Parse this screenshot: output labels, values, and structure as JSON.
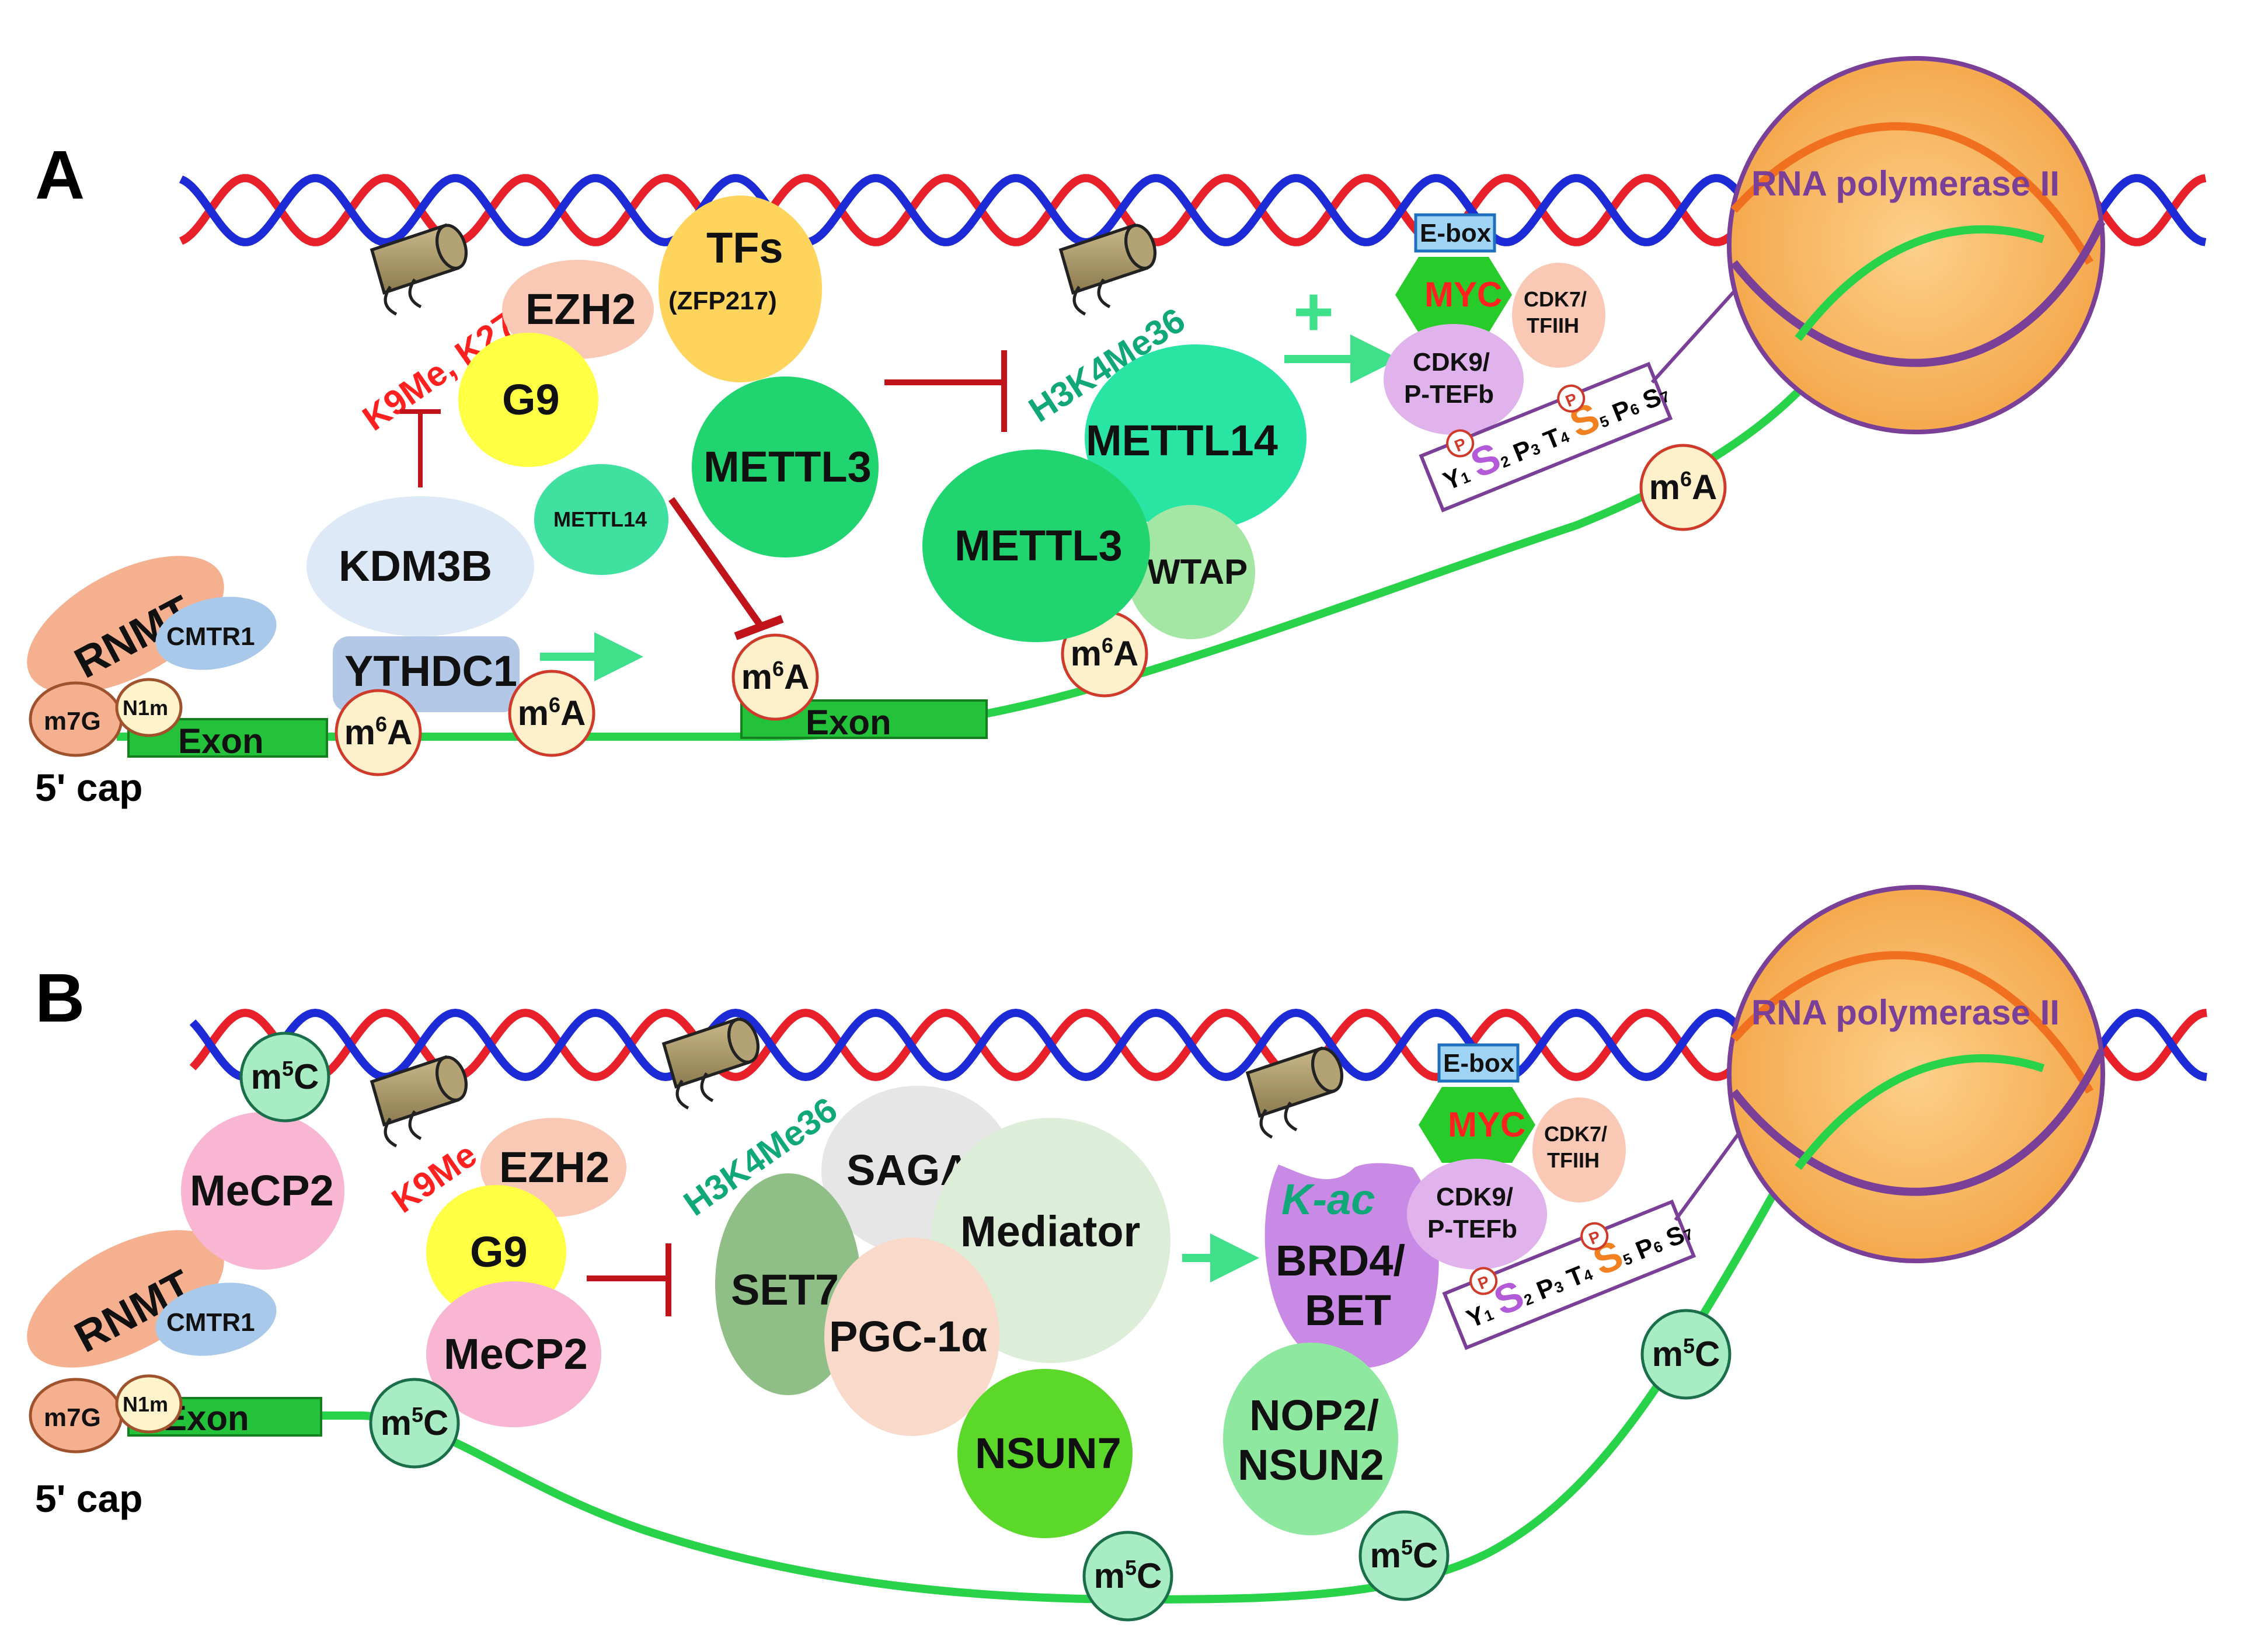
{
  "panel_a": {
    "label": "A",
    "cap_label": "5' cap",
    "m7g": "m7G",
    "n1m": "N1m",
    "rnmt": "RNMT",
    "cmtr1": "CMTR1",
    "exon1": "Exon",
    "exon2": "Exon",
    "histone1_mark": "K9Me, K27me",
    "histone2_mark": "H3K4Me36",
    "ezh2": "EZH2",
    "g9": "G9",
    "tfs_line1": "TFs",
    "tfs_line2": "(ZFP217)",
    "kdm3b": "KDM3B",
    "ythdc1": "YTHDC1",
    "mettl14_small": "METTL14",
    "mettl3_center": "METTL3",
    "mettl14_complex": "METTL14",
    "mettl3_complex": "METTL3",
    "wtap": "WTAP",
    "plus": "+",
    "ebox": "E-box",
    "myc": "MYC",
    "cdk7_line1": "CDK7/",
    "cdk7_line2": "TFIIH",
    "cdk9_line1": "CDK9/",
    "cdk9_line2": "P-TEFb",
    "ctd_a": "Y",
    "ctd_b": "S",
    "ctd_c": "P",
    "ctd_d": "T",
    "ctd_e": "S",
    "ctd_f": "P",
    "ctd_g": "S",
    "ctd_sub1": "1",
    "ctd_sub2": "2",
    "ctd_sub3": "3",
    "ctd_sub4": "4",
    "ctd_sub5": "5",
    "ctd_sub6": "6",
    "ctd_sub7": "7",
    "phos": "P",
    "rnap": "RNA polymerase II",
    "m6a_base": "m",
    "m6a_sup": "6",
    "m6a_tail": "A"
  },
  "panel_b": {
    "label": "B",
    "cap_label": "5' cap",
    "m7g": "m7G",
    "n1m": "N1m",
    "rnmt": "RNMT",
    "cmtr1": "CMTR1",
    "exon": "Exon",
    "m5c_base": "m",
    "m5c_sup": "5",
    "m5c_tail": "C",
    "mecp2_top": "MeCP2",
    "mecp2_bottom": "MeCP2",
    "histone1_mark": "K9Me",
    "histone2_mark": "H3K4Me36",
    "histone3_mark": "K-ac",
    "ezh2": "EZH2",
    "g9": "G9",
    "saga": "SAGA",
    "mediator": "Mediator",
    "set7": "SET7/9",
    "pgc": "PGC-1α",
    "nsun7": "NSUN7",
    "brd4_line1": "BRD4/",
    "brd4_line2": "BET",
    "nop2_line1": "NOP2/",
    "nop2_line2": "NSUN2",
    "ebox": "E-box",
    "myc": "MYC",
    "cdk7_line1": "CDK7/",
    "cdk7_line2": "TFIIH",
    "cdk9_line1": "CDK9/",
    "cdk9_line2": "P-TEFb",
    "rnap": "RNA polymerase II"
  },
  "colors": {
    "dna_red": "#e8202a",
    "dna_blue": "#1c2bd6",
    "rna_green": "#28d34a",
    "inhibit_red": "#c0141a",
    "arrow_green": "#3ee08a",
    "rnap_fill": "#f7b86a",
    "rnap_stroke": "#7a3f96",
    "text_purple": "#7a3f96",
    "text_red": "#ff2020",
    "text_teal": "#10a878"
  }
}
